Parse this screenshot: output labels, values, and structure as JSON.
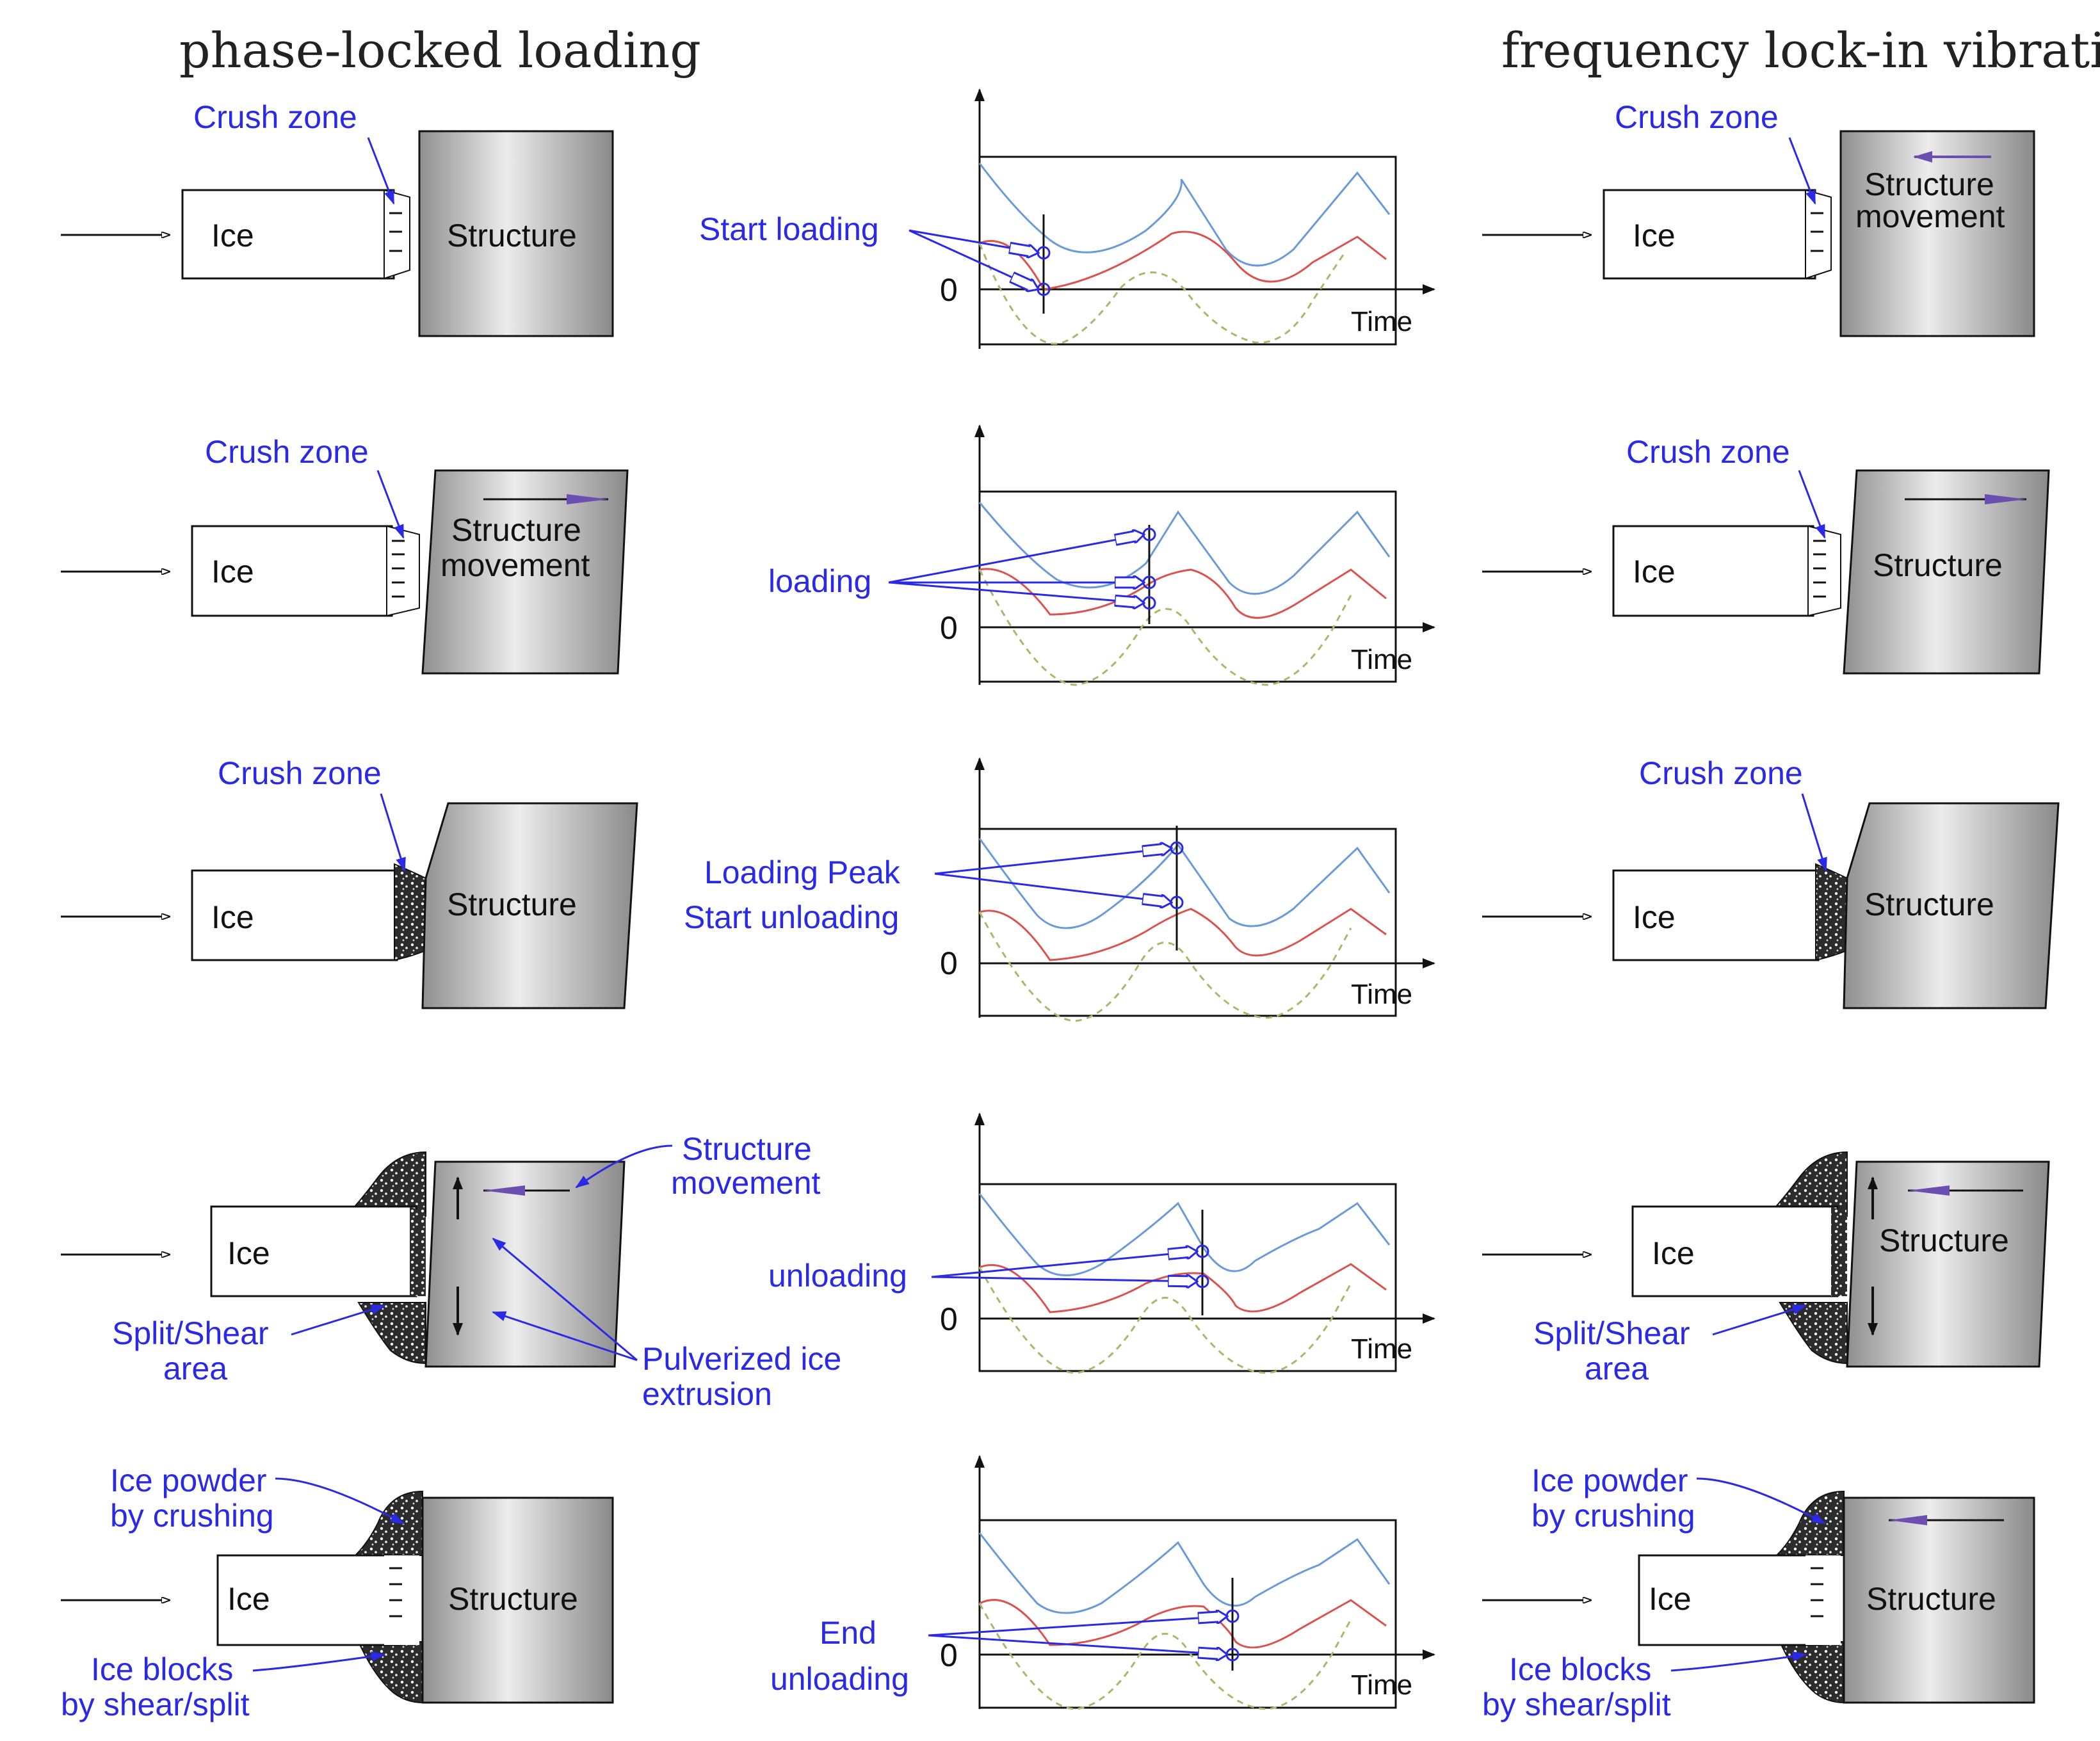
{
  "titles": {
    "left": "phase-locked loading",
    "right": "frequency lock-in vibration"
  },
  "labels": {
    "ice": "Ice",
    "structure": "Structure",
    "crush_zone": "Crush zone",
    "structure_movement_line1": "Structure",
    "structure_movement_line2": "movement",
    "split_shear_line1": "Split/Shear",
    "split_shear_line2": "area",
    "ice_powder_line1": "Ice powder",
    "ice_powder_line2": "by crushing",
    "ice_blocks_line1": "Ice blocks",
    "ice_blocks_line2": "by shear/split",
    "pulverized_line1": "Pulverized ice",
    "pulverized_line2": "extrusion"
  },
  "charts": {
    "zero": "0",
    "time": "Time",
    "row1_label": "Start loading",
    "row2_label": "loading",
    "row3_label1": "Loading Peak",
    "row3_label2": "Start unloading",
    "row4_label": "unloading",
    "row5_label1": "End",
    "row5_label2": "unloading"
  },
  "colors": {
    "annotation": "#2a2ae6",
    "blue_curve": "#6a9bd8",
    "red_curve": "#d9534f",
    "green_curve": "#a9b86a",
    "arrow_purple": "#6a4fb0",
    "structure_gray": "#b8b8b8"
  }
}
